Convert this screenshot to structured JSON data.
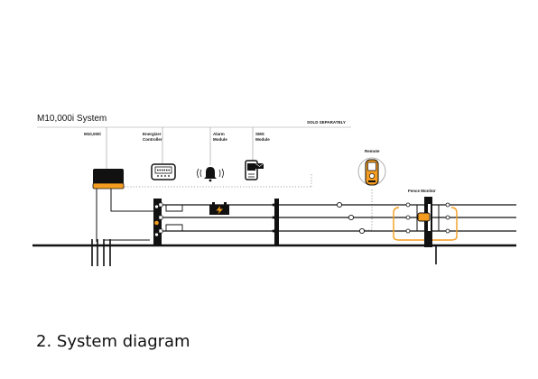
{
  "system": {
    "title": "M10,000i System",
    "sold_separately": "SOLD SEPARATELY"
  },
  "components": {
    "energizer_label": "M10,000i",
    "controller_label_1": "Energizer",
    "controller_label_2": "Controller",
    "alarm_label_1": "Alarm",
    "alarm_label_2": "Module",
    "sms_label_1": "SMS",
    "sms_label_2": "Module",
    "remote_label": "Remote",
    "monitor_label": "Fence Monitor"
  },
  "caption": "2. System diagram",
  "colors": {
    "accent": "#f39c1f",
    "line": "#111111",
    "gray": "#999999"
  },
  "icons": {
    "energizer": "energizer-box-icon",
    "controller": "controller-display-icon",
    "alarm": "alarm-bell-icon",
    "sms": "sms-phone-icon",
    "remote": "remote-handheld-icon",
    "battery": "battery-lightning-icon",
    "monitor": "fence-monitor-icon"
  }
}
